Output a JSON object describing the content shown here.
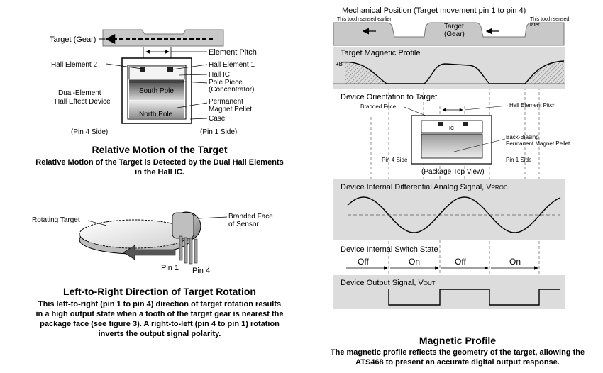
{
  "left_top": {
    "target_label": "Target (Gear)",
    "element_pitch": "Element Pitch",
    "hall_element_2": "Hall Element 2",
    "hall_element_1": "Hall Element 1",
    "hall_ic": "Hall IC",
    "pole_piece_1": "Pole Piece",
    "pole_piece_2": "(Concentrator)",
    "south_pole": "South Pole",
    "north_pole": "North Pole",
    "device_1": "Dual-Element",
    "device_2": "Hall Effect Device",
    "magnet_1": "Permanent",
    "magnet_2": "Magnet Pellet",
    "case": "Case",
    "pin4_side": "(Pin 4 Side)",
    "pin1_side": "(Pin 1 Side)",
    "title": "Relative Motion of the Target",
    "desc_line1": "Relative Motion of the Target is Detected by the Dual Hall Elements",
    "desc_line2": "in the Hall IC."
  },
  "left_bottom": {
    "rotating_target": "Rotating Target",
    "branded_face_1": "Branded Face",
    "branded_face_2": "of Sensor",
    "pin1": "Pin 1",
    "pin4": "Pin 4",
    "title": "Left-to-Right Direction of Target Rotation",
    "desc_line1": "This left-to-right (pin 1 to pin 4) direction of target rotation results",
    "desc_line2": "in a high output state when a tooth of the target gear is nearest the",
    "desc_line3": "package face (see figure 3). A right-to-left (pin 4 to pin 1) rotation",
    "desc_line4": "inverts the output signal polarity."
  },
  "right": {
    "mech_title": "Mechanical Position (Target movement pin 1 to pin 4)",
    "tooth_earlier": "This tooth sensed earlier",
    "tooth_later_1": "This tooth sensed",
    "tooth_later_2": "later",
    "target_1": "Target",
    "target_2": "(Gear)",
    "mag_profile": "Target Magnetic Profile",
    "plus_b": "+B",
    "orient_title": "Device Orientation to Target",
    "branded_face": "Branded Face",
    "hall_pitch": "Hall Element Pitch",
    "ic": "IC",
    "back_biasing_1": "Back-Biasing",
    "back_biasing_2": "Permanent Magnet Pellet",
    "pin4_side": "Pin 4 Side",
    "pin1_side": "Pin 1 Side",
    "pkg_top": "(Package Top View)",
    "analog_title": "Device Internal Differential Analog Signal, V",
    "analog_sub": "PROC",
    "switch_title": "Device Internal Switch State",
    "state_off_1": "Off",
    "state_on_1": "On",
    "state_off_2": "Off",
    "state_on_2": "On",
    "output_title": "Device Output Signal, V",
    "output_sub": "OUT",
    "title": "Magnetic Profile",
    "desc_line1": "The magnetic profile reflects the geometry of the target, allowing the",
    "desc_line2": "ATS468 to present an accurate digital output response."
  }
}
